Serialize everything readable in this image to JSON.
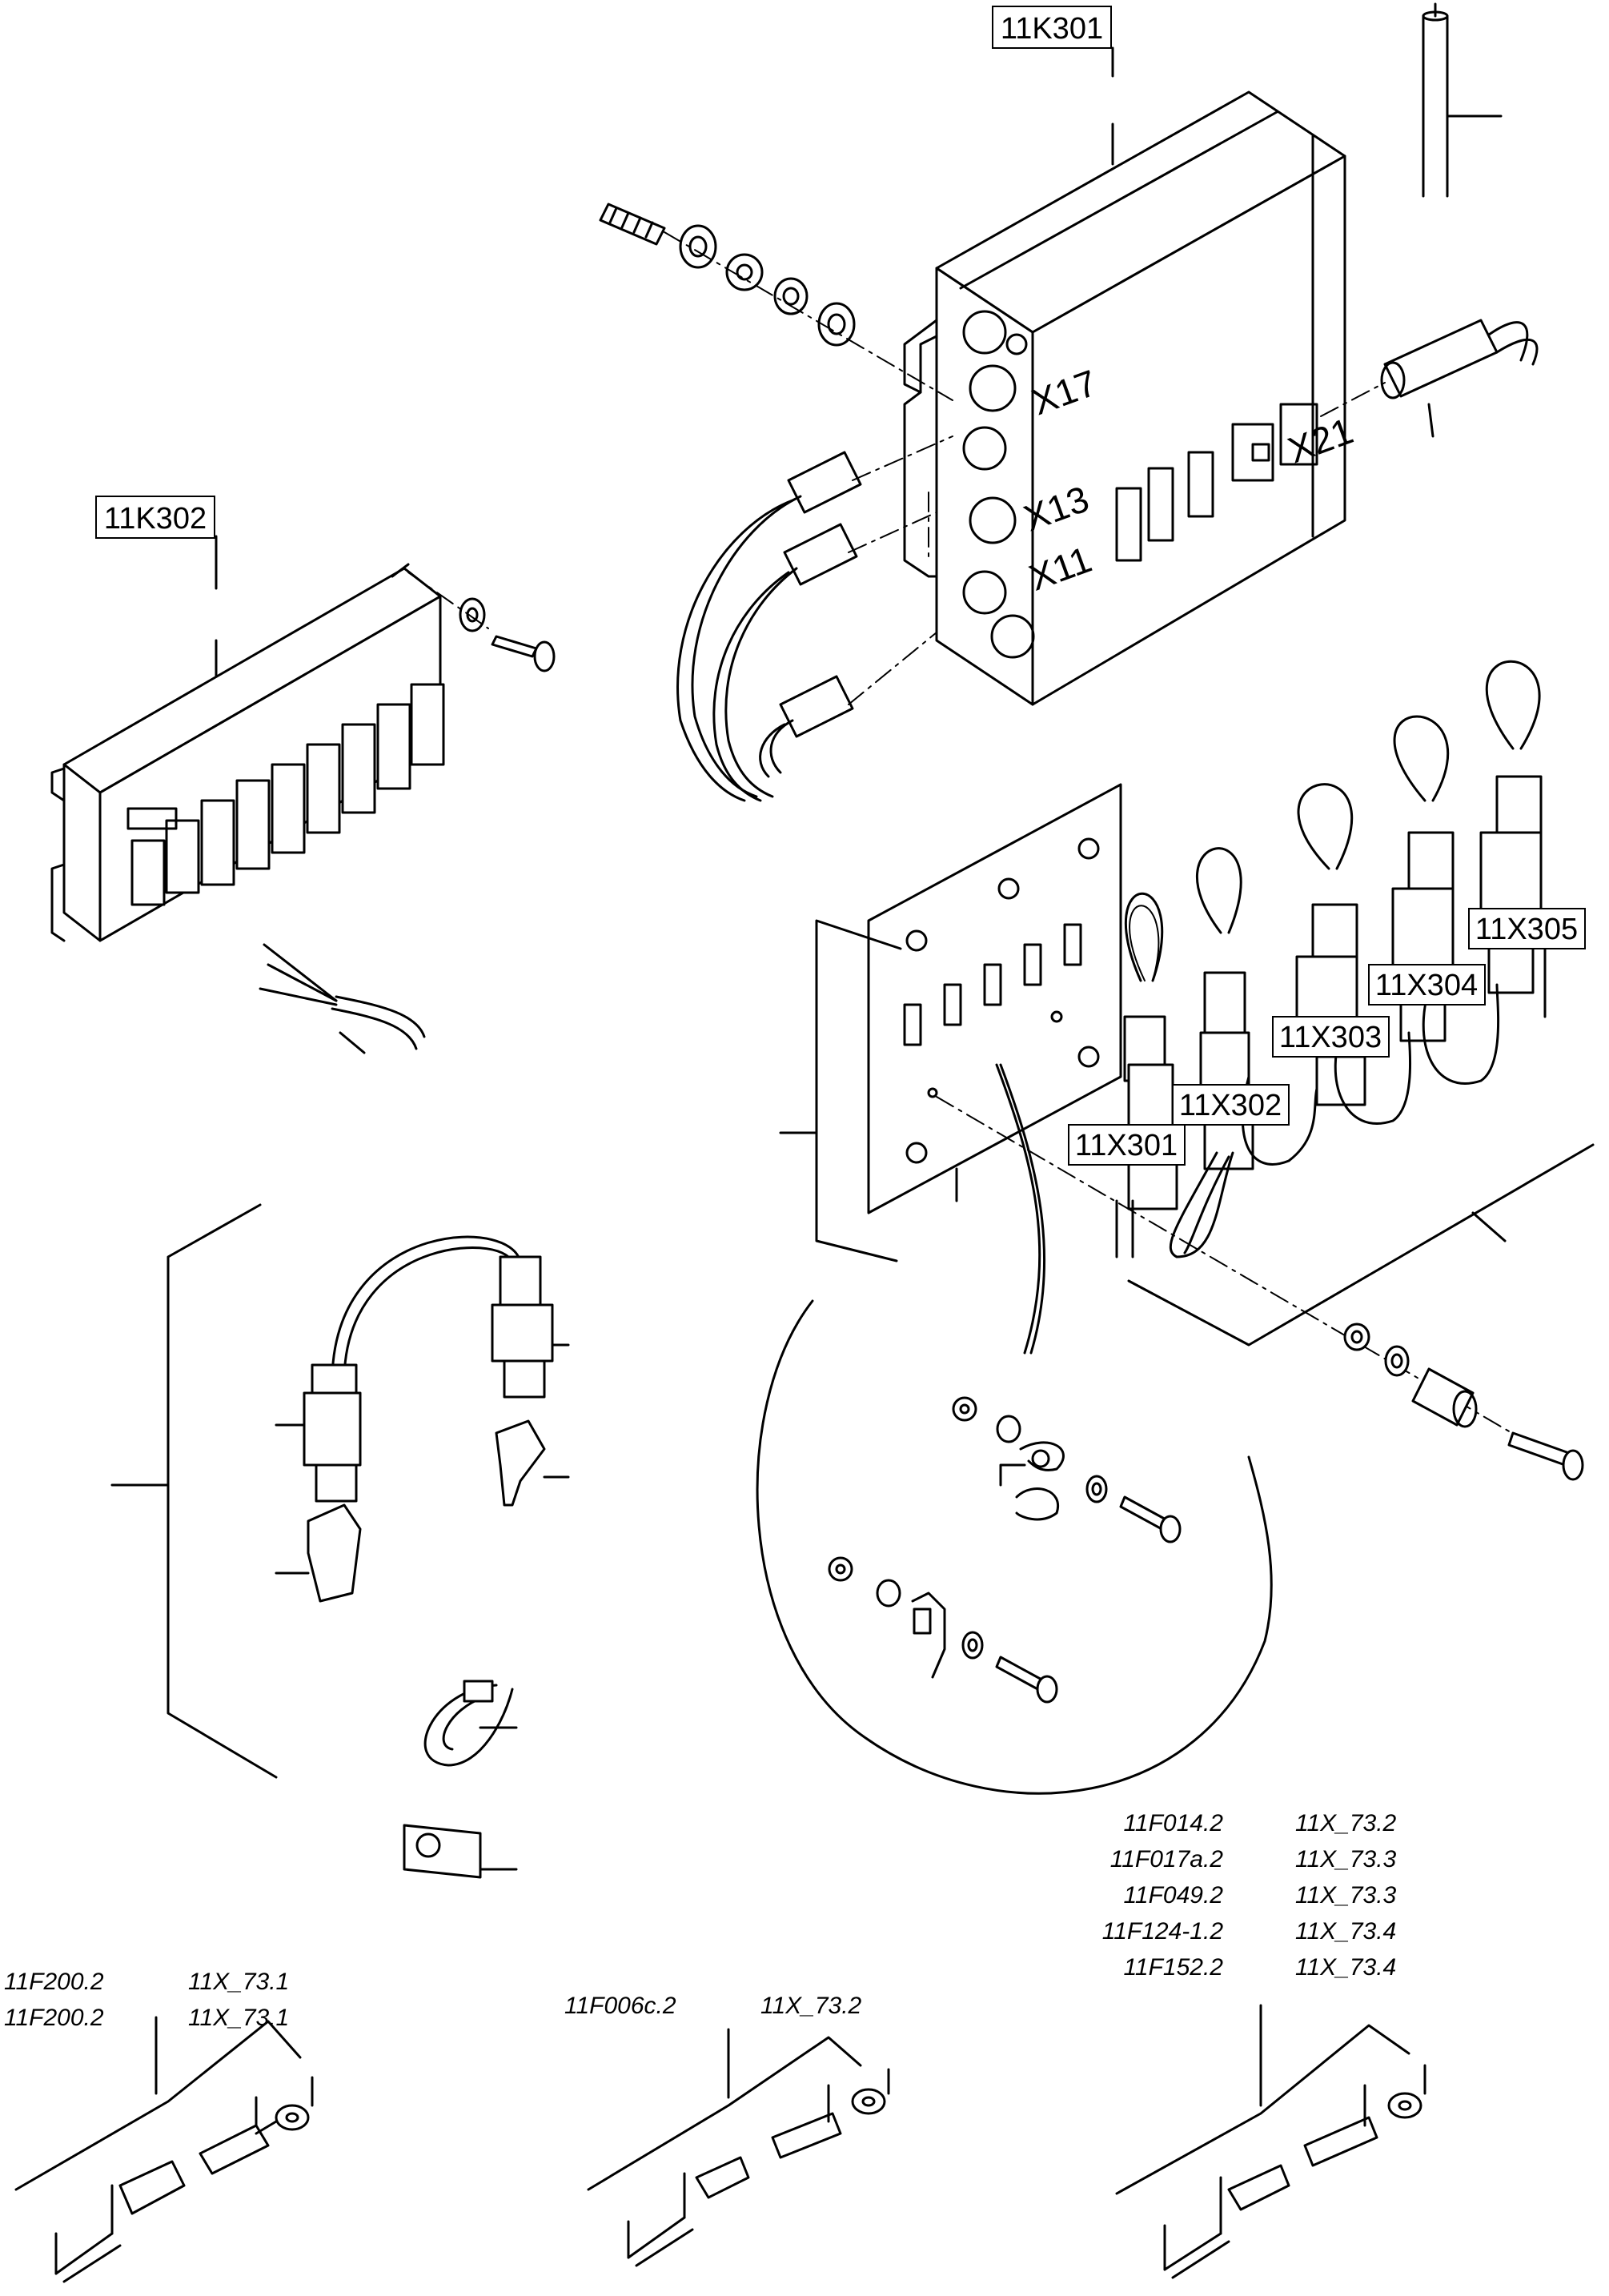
{
  "labels": {
    "box_11k301": "11K301",
    "box_11k302": "11K302",
    "x17": "X17",
    "x13": "X13",
    "x11": "X11",
    "x21": "X21",
    "c_11x301": "11X301",
    "c_11x302": "11X302",
    "c_11x303": "11X303",
    "c_11x304": "11X304",
    "c_11x305": "11X305"
  },
  "tables": {
    "left": {
      "col1": [
        "11F200.2",
        "11F200.2"
      ],
      "col2": [
        "11X_73.1",
        "11X_73.1"
      ]
    },
    "middle": {
      "col1": [
        "11F006c.2"
      ],
      "col2": [
        "11X_73.2"
      ]
    },
    "right": {
      "col1": [
        "11F014.2",
        "11F017a.2",
        "11F049.2",
        "11F124-1.2",
        "11F152.2"
      ],
      "col2": [
        "11X_73.2",
        "11X_73.3",
        "11X_73.3",
        "11X_73.4",
        "11X_73.4"
      ]
    }
  }
}
